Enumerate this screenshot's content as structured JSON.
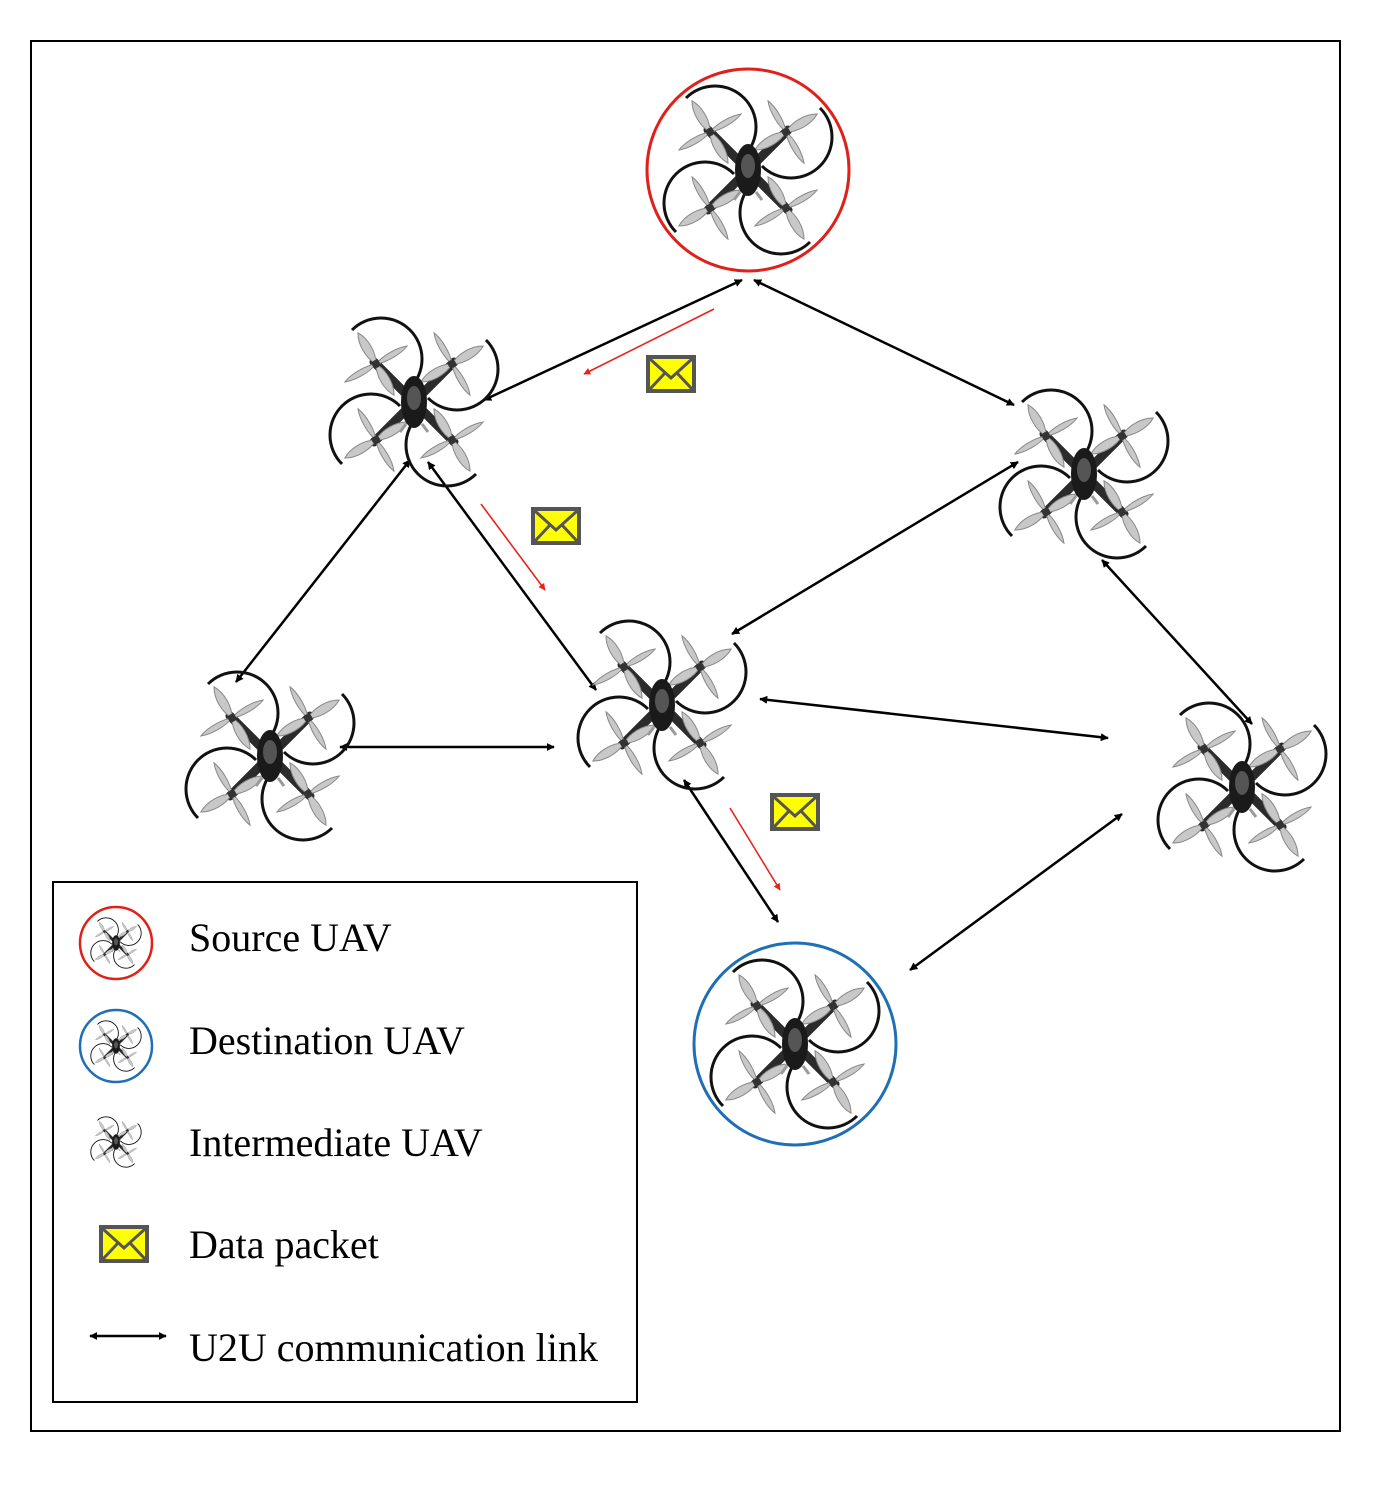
{
  "colors": {
    "source_ring": "#e0201b",
    "destination_ring": "#1f6fb5",
    "link": "#000000",
    "packet_flow": "#e8231c",
    "packet_fill": "#ffff00",
    "packet_border": "#555555",
    "drone_body": "#1a1a1a",
    "drone_arm": "#2b2b2b",
    "drone_blade": "#c8c8c8"
  },
  "nodes": [
    {
      "id": "source",
      "role": "source",
      "icon": "drone-icon"
    },
    {
      "id": "n1",
      "role": "intermediate",
      "icon": "drone-icon"
    },
    {
      "id": "n2",
      "role": "intermediate",
      "icon": "drone-icon"
    },
    {
      "id": "n3",
      "role": "intermediate",
      "icon": "drone-icon"
    },
    {
      "id": "n4",
      "role": "intermediate",
      "icon": "drone-icon"
    },
    {
      "id": "n5",
      "role": "intermediate",
      "icon": "drone-icon"
    },
    {
      "id": "destination",
      "role": "destination",
      "icon": "drone-icon"
    }
  ],
  "links": [
    {
      "from": "source",
      "to": "n1"
    },
    {
      "from": "source",
      "to": "n2"
    },
    {
      "from": "n1",
      "to": "n3"
    },
    {
      "from": "n1",
      "to": "n4"
    },
    {
      "from": "n2",
      "to": "n4"
    },
    {
      "from": "n2",
      "to": "n5"
    },
    {
      "from": "n3",
      "to": "n4"
    },
    {
      "from": "n4",
      "to": "n5"
    },
    {
      "from": "n4",
      "to": "destination"
    },
    {
      "from": "n5",
      "to": "destination"
    }
  ],
  "packet_path": [
    "source",
    "n1",
    "n4",
    "destination"
  ],
  "legend": {
    "items": [
      {
        "label": "Source UAV",
        "icon": "source-uav-icon"
      },
      {
        "label": "Destination UAV",
        "icon": "destination-uav-icon"
      },
      {
        "label": "Intermediate UAV",
        "icon": "intermediate-uav-icon"
      },
      {
        "label": "Data packet",
        "icon": "envelope-icon"
      },
      {
        "label": "U2U communication link",
        "icon": "double-arrow-icon"
      }
    ]
  }
}
